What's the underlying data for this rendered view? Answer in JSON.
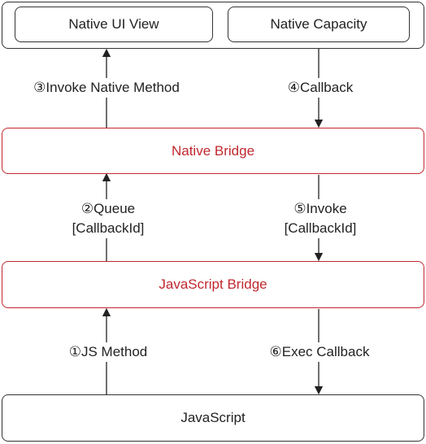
{
  "top_group": {
    "native_ui_view": "Native UI View",
    "native_capacity": "Native Capacity"
  },
  "native_bridge": "Native Bridge",
  "javascript_bridge": "JavaScript Bridge",
  "javascript": "JavaScript",
  "steps": {
    "s1": "①JS Method",
    "s2_line1": "②Queue",
    "s2_line2": "[CallbackId]",
    "s3": "③Invoke Native Method",
    "s4": "④Callback",
    "s5_line1": "⑤Invoke",
    "s5_line2": "[CallbackId]",
    "s6": "⑥Exec Callback"
  },
  "colors": {
    "bridge_accent": "#c0282f",
    "line": "#222222"
  }
}
